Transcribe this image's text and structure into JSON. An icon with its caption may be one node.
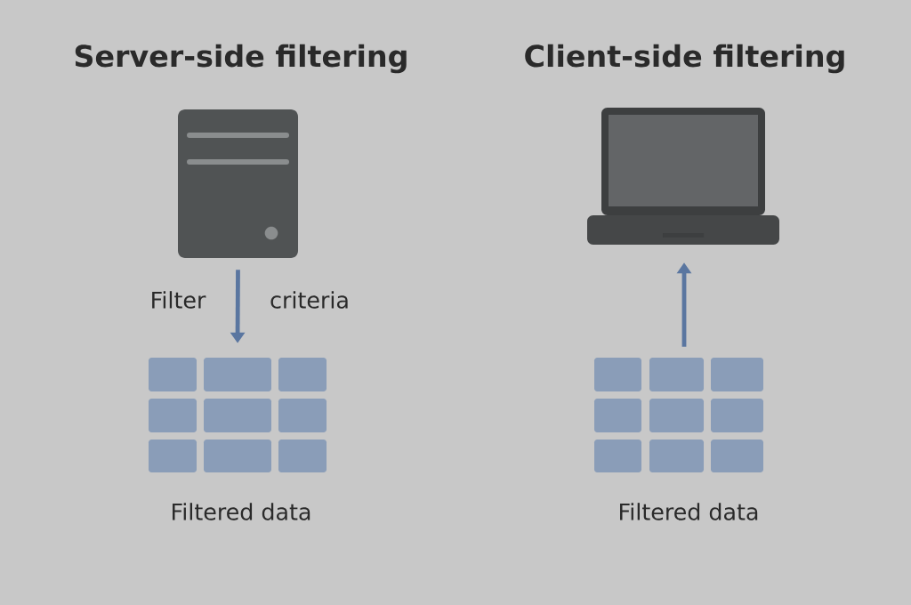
{
  "diagram": {
    "nodes": [
      {
        "text": [],
        "shape": "picture"
      },
      {
        "text": [],
        "shape": "picture",
        "beside": [
          "Filtered data"
        ]
      },
      {
        "text": [],
        "shape": "picture"
      },
      {
        "text": [],
        "shape": "picture",
        "beside": [
          "Filtered data"
        ]
      }
    ],
    "edges": [
      {
        "from": 0,
        "to": 1,
        "arrow": "to"
      },
      {
        "from": 3,
        "to": 2,
        "arrow": "to"
      }
    ],
    "labels": [
      "Server-side filtering",
      "Client-side filtering",
      "Filter",
      "criteria"
    ]
  }
}
